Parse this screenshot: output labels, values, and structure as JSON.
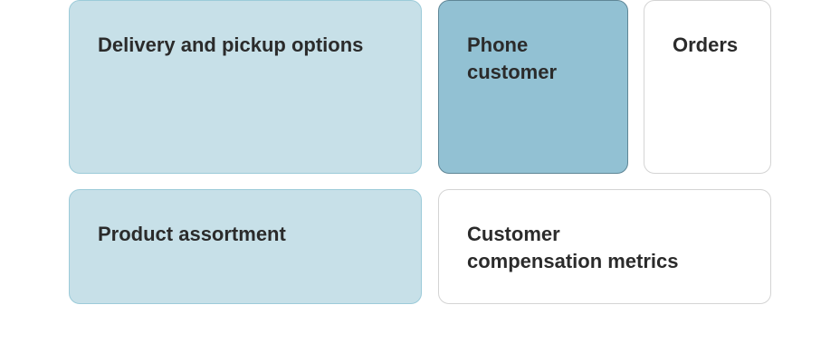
{
  "tiles": {
    "delivery": {
      "label": "Delivery and pickup options"
    },
    "phone": {
      "label": "Phone customer"
    },
    "orders": {
      "label": "Orders"
    },
    "product": {
      "label": "Product assortment"
    },
    "compensation": {
      "label": "Customer compensation metrics"
    }
  },
  "colors": {
    "light_fill": "#c7e0e8",
    "light_border": "#9ccbd9",
    "dark_fill": "#92c1d3",
    "dark_border": "#5f8696",
    "white_fill": "#ffffff",
    "white_border": "#d4d4d4",
    "text": "#2b2b2b"
  }
}
